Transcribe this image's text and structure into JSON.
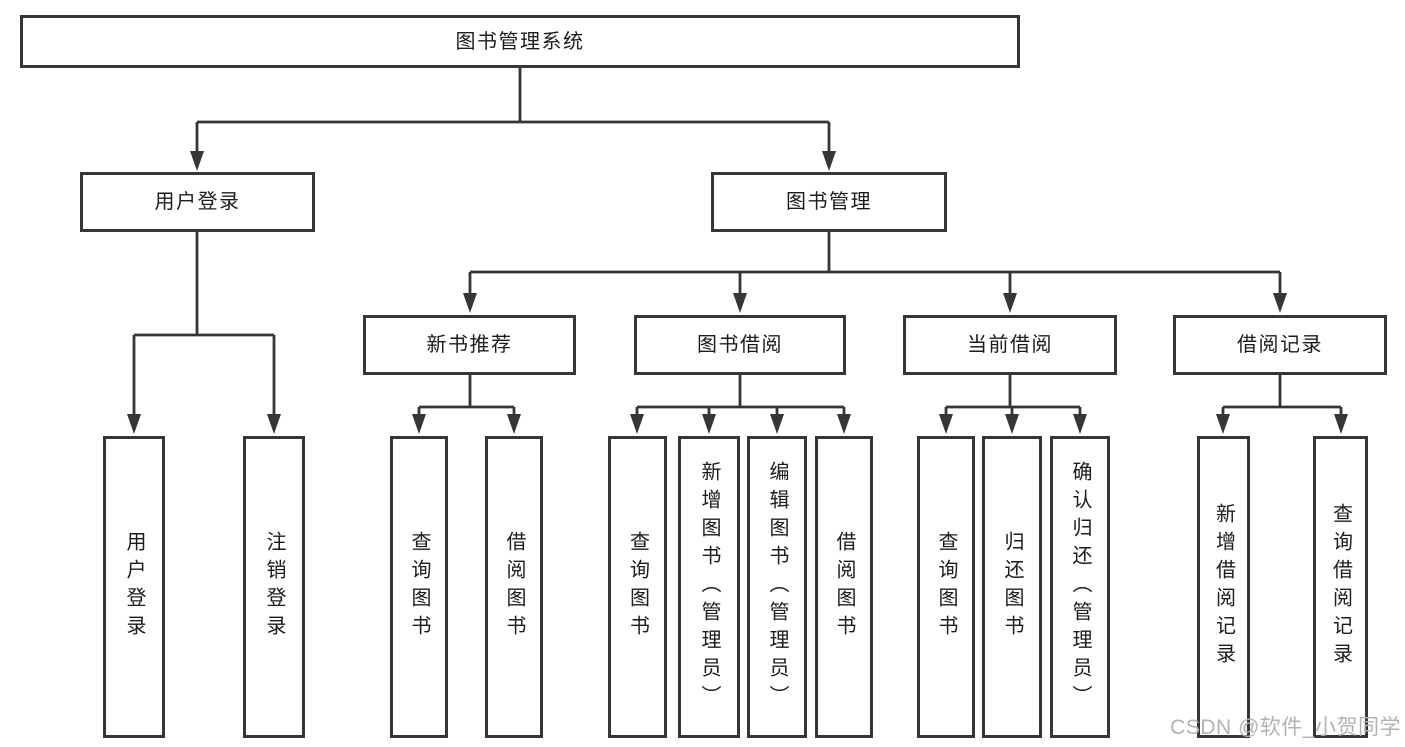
{
  "tree": {
    "label": "图书管理系统",
    "children": [
      {
        "label": "用户登录",
        "children": [
          {
            "label": "用户登录"
          },
          {
            "label": "注销登录"
          }
        ]
      },
      {
        "label": "图书管理",
        "children": [
          {
            "label": "新书推荐",
            "children": [
              {
                "label": "查询图书"
              },
              {
                "label": "借阅图书"
              }
            ]
          },
          {
            "label": "图书借阅",
            "children": [
              {
                "label": "查询图书"
              },
              {
                "label": "新增图书（管理员）"
              },
              {
                "label": "编辑图书（管理员）"
              },
              {
                "label": "借阅图书"
              }
            ]
          },
          {
            "label": "当前借阅",
            "children": [
              {
                "label": "查询图书"
              },
              {
                "label": "归还图书"
              },
              {
                "label": "确认归还（管理员）"
              }
            ]
          },
          {
            "label": "借阅记录",
            "children": [
              {
                "label": "新增借阅记录"
              },
              {
                "label": "查询借阅记录"
              }
            ]
          }
        ]
      }
    ]
  },
  "watermark": {
    "text": "CSDN @软件_小贺同学"
  },
  "colors": {
    "line": "#363636",
    "text": "#1c1c1c",
    "box_bg": "#ffffff",
    "background": "#ffffff",
    "watermark": "#b3b3b3"
  }
}
